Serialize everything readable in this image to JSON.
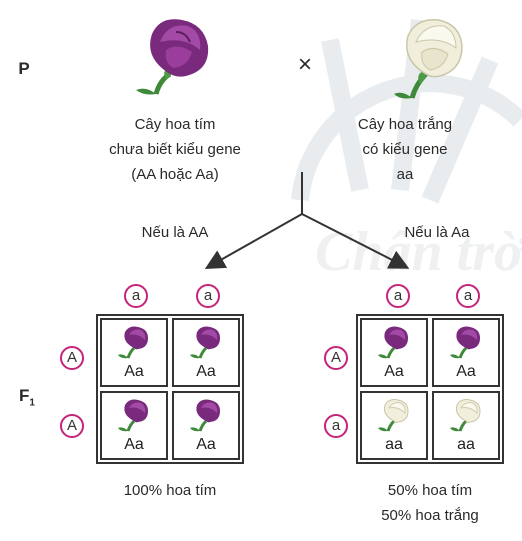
{
  "generation_p": "P",
  "generation_f1": "F",
  "generation_f1_sub": "1",
  "cross_symbol": "×",
  "parent_purple": {
    "line1": "Cây hoa tím",
    "line2": "chưa biết kiểu gene",
    "line3": "(AA hoặc Aa)"
  },
  "parent_white": {
    "line1": "Cây hoa trắng",
    "line2": "có kiểu gene",
    "line3": "aa"
  },
  "case_left": "Nếu là AA",
  "case_right": "Nếu là Aa",
  "watermark": "Chân trời",
  "left_square": {
    "top_alleles": [
      "a",
      "a"
    ],
    "side_alleles": [
      "A",
      "A"
    ],
    "cells": [
      {
        "genotype": "Aa",
        "flower": "purple-rose-icon"
      },
      {
        "genotype": "Aa",
        "flower": "purple-rose-icon"
      },
      {
        "genotype": "Aa",
        "flower": "purple-rose-icon"
      },
      {
        "genotype": "Aa",
        "flower": "purple-rose-icon"
      }
    ],
    "result_line1": "100% hoa tím"
  },
  "right_square": {
    "top_alleles": [
      "a",
      "a"
    ],
    "side_alleles": [
      "A",
      "a"
    ],
    "cells": [
      {
        "genotype": "Aa",
        "flower": "purple-rose-icon"
      },
      {
        "genotype": "Aa",
        "flower": "purple-rose-icon"
      },
      {
        "genotype": "aa",
        "flower": "white-rose-icon"
      },
      {
        "genotype": "aa",
        "flower": "white-rose-icon"
      }
    ],
    "result_line1": "50% hoa tím",
    "result_line2": "50% hoa trắng"
  },
  "colors": {
    "purple": "#8e3a8e",
    "white_flower": "#f1efdc",
    "allele_ring": "#c4237a",
    "stem": "#3f8a3a"
  }
}
